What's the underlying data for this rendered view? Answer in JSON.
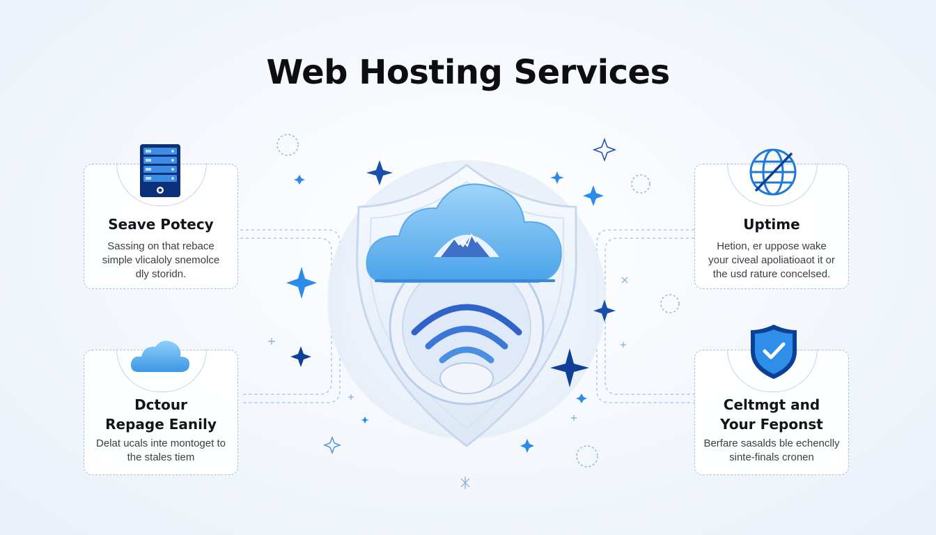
{
  "title": "Web Hosting Services",
  "cards": {
    "top_left": {
      "title": "Seave Potecy",
      "desc": [
        "Sassing on that rebace",
        "simple vlicaloly snemolce",
        "dly storidn."
      ]
    },
    "bottom_left": {
      "title": [
        "Dctour",
        "Repage Eanily"
      ],
      "desc": [
        "Delat ucals inte montoget to",
        "the stales tiem"
      ]
    },
    "top_right": {
      "title": "Uptime",
      "desc": [
        "Hetion, er uppose wake",
        "your civeal apoliatioaot it or",
        "the usd rature concelsed."
      ]
    },
    "bottom_right": {
      "title": [
        "Celtmgt and",
        "Your Feponst"
      ],
      "desc": [
        "Berfare sasalds ble echenclly",
        "sinte-finals cronen"
      ]
    }
  },
  "icons": {
    "top_left": "server-rack-icon",
    "bottom_left": "cloud-icon",
    "top_right": "globe-icon",
    "bottom_right": "shield-check-icon",
    "center": "cloud-shield-wifi-icon"
  },
  "colors": {
    "accent": "#1e6fd9",
    "dark_accent": "#0b3a8c",
    "light_blue": "#7fc0f3"
  }
}
